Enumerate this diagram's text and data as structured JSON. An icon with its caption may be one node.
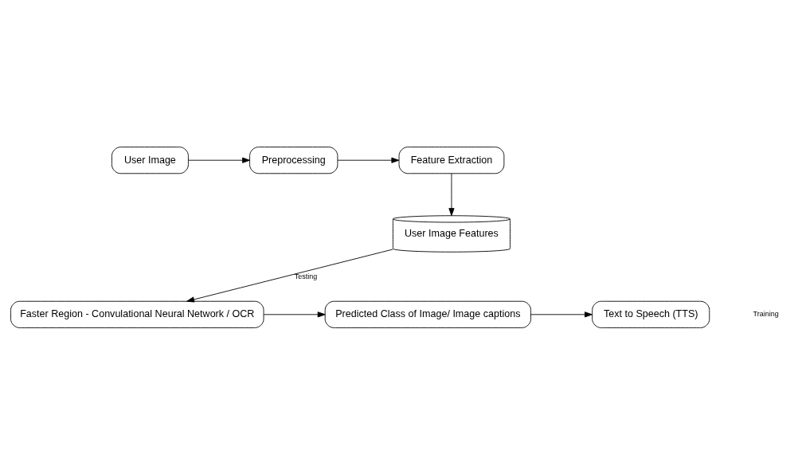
{
  "diagram": {
    "nodes": [
      {
        "text": [
          "User Image"
        ]
      },
      {
        "text": [
          "Preprocessing"
        ]
      },
      {
        "text": [
          "Feature Extraction"
        ]
      },
      {
        "text": [
          "User Image Features"
        ]
      },
      {
        "text": [
          "Faster Region - Convulational Neural Network / OCR"
        ]
      },
      {
        "text": [
          "Predicted Class of Image/ Image captions"
        ]
      },
      {
        "text": [
          "Text to Speech (TTS)"
        ]
      }
    ],
    "edges": [
      {
        "from": 0,
        "to": 1,
        "arrow": "to"
      },
      {
        "from": 1,
        "to": 2,
        "arrow": "to"
      },
      {
        "from": 2,
        "to": 3,
        "arrow": "to"
      },
      {
        "from": 3,
        "to": 4,
        "arrow": "to",
        "label": "Testing"
      },
      {
        "from": 4,
        "to": 5,
        "arrow": "to"
      },
      {
        "from": 5,
        "to": 6,
        "arrow": "to"
      }
    ],
    "labels": [
      "Training"
    ]
  }
}
